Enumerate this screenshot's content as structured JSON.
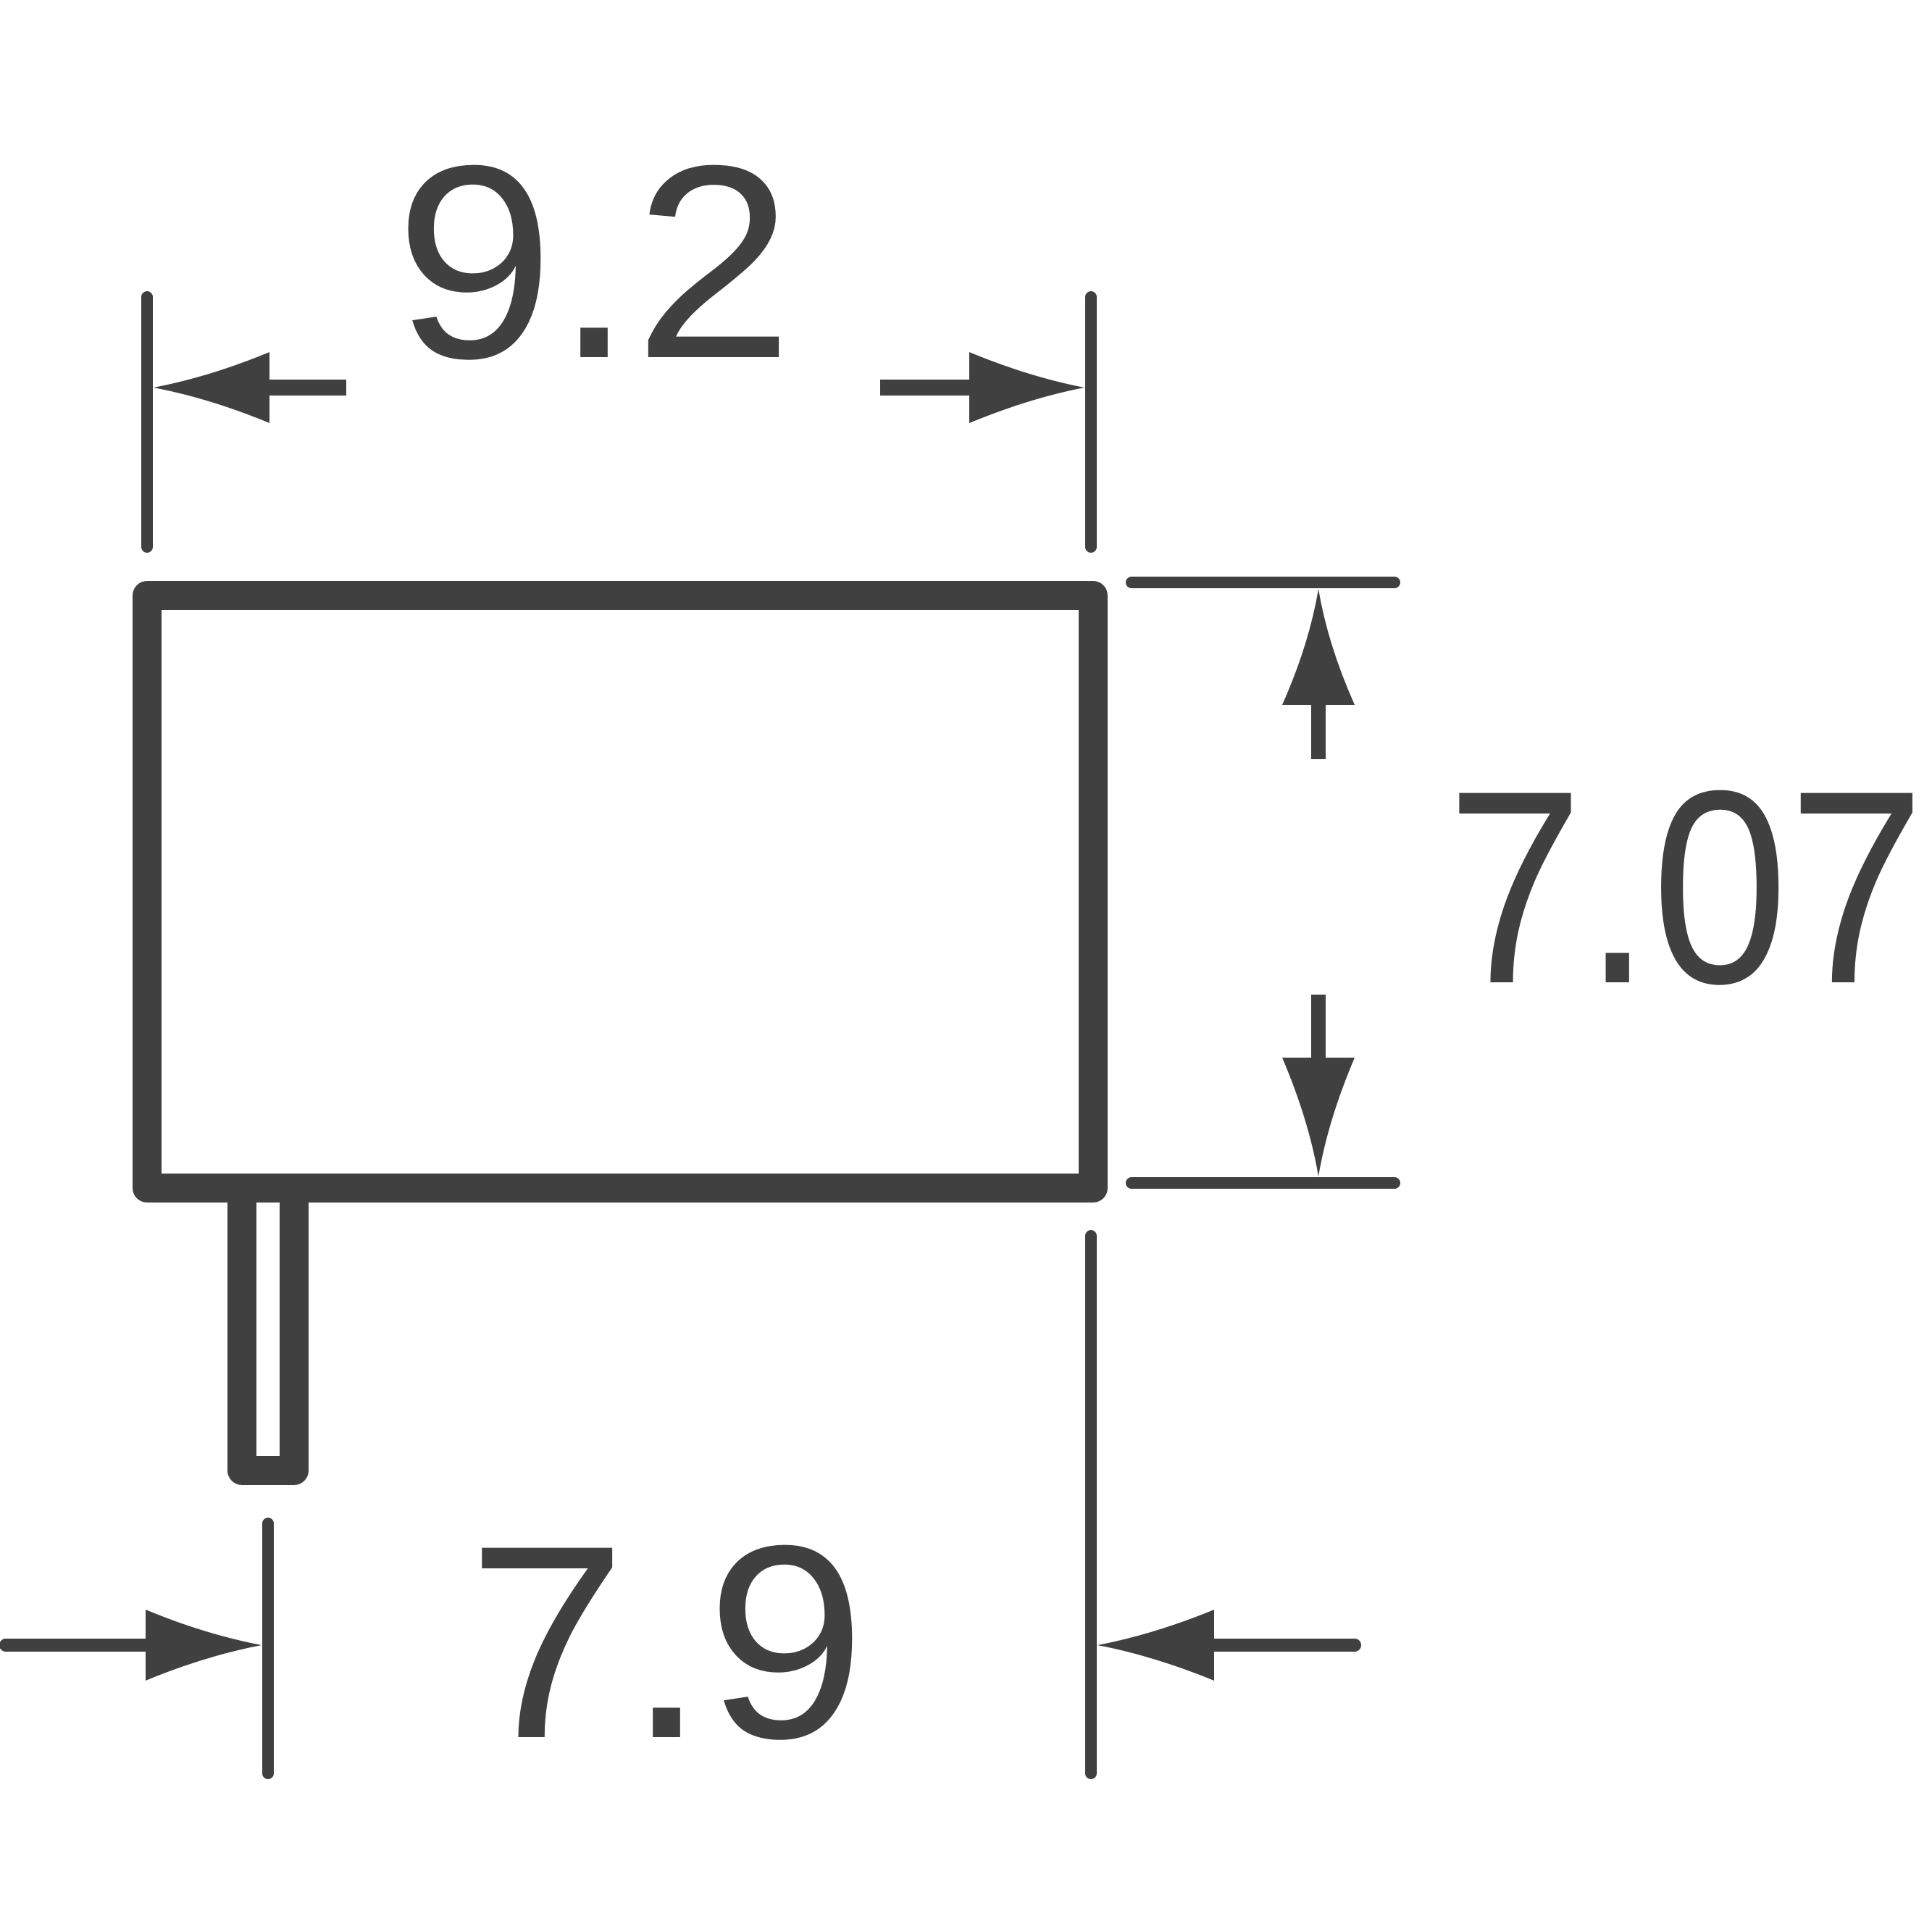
{
  "drawing": {
    "color": "#404040",
    "dimensions": {
      "top_width": "9.2",
      "right_height": "7.07",
      "bottom_offset": "7.9"
    }
  }
}
